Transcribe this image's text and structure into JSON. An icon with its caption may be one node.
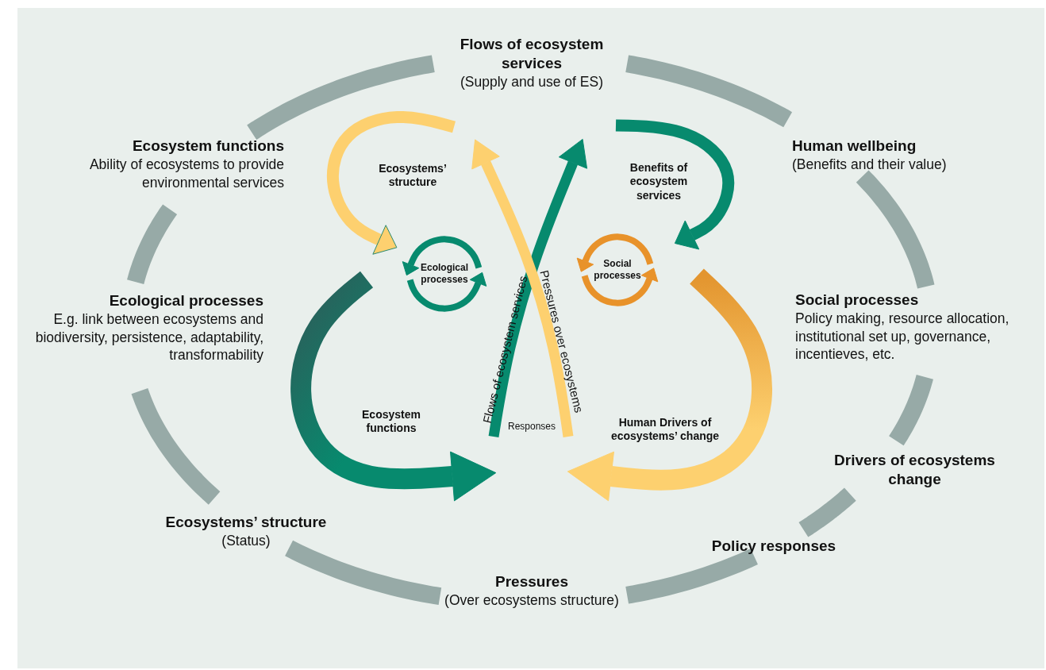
{
  "diagram": {
    "nodes": [
      {
        "text": [
          "Flows of ecosystem services",
          "(Supply and use of ES)"
        ]
      },
      {
        "text": [
          "Ecosystem functions",
          "Ability of ecosystems to provide environmental services"
        ]
      },
      {
        "text": [
          "Human wellbeing",
          "(Benefits and their value)"
        ]
      },
      {
        "text": [
          "Ecological processes",
          "E.g. link between ecosystems and biodiversity, persistence, adaptability, transformability"
        ]
      },
      {
        "text": [
          "Social processes",
          "Policy making, resource allocation, institutional set up, governance, incentieves, etc."
        ]
      },
      {
        "text": [
          "Drivers of ecosystems change"
        ]
      },
      {
        "text": [
          "Ecosystems’ structure",
          "(Status)"
        ]
      },
      {
        "text": [
          "Policy responses"
        ]
      },
      {
        "text": [
          "Pressures",
          "(Over ecosystems structure)"
        ]
      }
    ],
    "edges": [
      {
        "from": 0,
        "to": 1,
        "arrow": "none"
      },
      {
        "from": 1,
        "to": 3,
        "arrow": "none"
      },
      {
        "from": 3,
        "to": 6,
        "arrow": "none"
      },
      {
        "from": 6,
        "to": 8,
        "arrow": "none"
      },
      {
        "from": 8,
        "to": 7,
        "arrow": "none"
      },
      {
        "from": 7,
        "to": 5,
        "arrow": "none"
      },
      {
        "from": 5,
        "to": 4,
        "arrow": "none"
      },
      {
        "from": 4,
        "to": 2,
        "arrow": "none"
      },
      {
        "from": 2,
        "to": 0,
        "arrow": "none"
      }
    ],
    "labels": [
      "Ecosystems’ structure",
      "Benefits of ecosystem services",
      "Ecological processes",
      "Social processes",
      "Flows of ecosystem services",
      "Pressures over ecosystems",
      "Ecosystem functions",
      "Responses",
      "Human Drivers of ecosystems’ change"
    ]
  }
}
